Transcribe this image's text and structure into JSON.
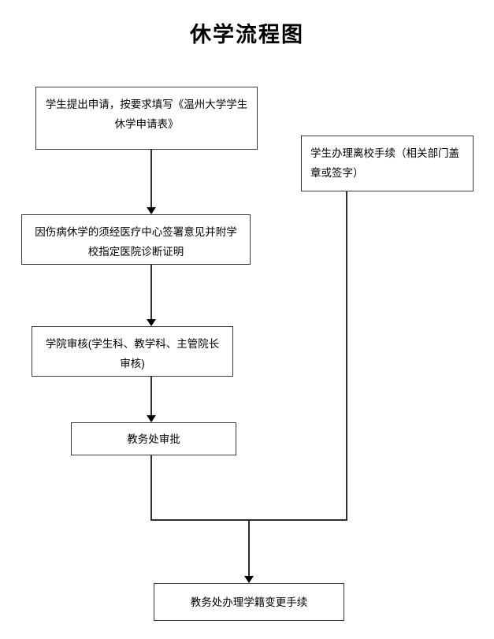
{
  "page": {
    "title": "休学流程图",
    "background_color": "#ffffff",
    "line_color": "#2f2f2f",
    "box_border_color": "#3a3a3a",
    "text_color": "#000000"
  },
  "flowchart": {
    "nodes": [
      {
        "id": "apply",
        "label": "学生提出申请，按要求填写《温州大学学生休学申请表》",
        "align": "center"
      },
      {
        "id": "leave-procedures",
        "label": "学生办理离校手续（相关部门盖章或签字）",
        "align": "left"
      },
      {
        "id": "medical-opinion",
        "label": "因伤病休学的须经医疗中心签署意见并附学校指定医院诊断证明",
        "align": "center"
      },
      {
        "id": "college-review",
        "label": "学院审核(学生科、教学科、主管院长审核)",
        "align": "center"
      },
      {
        "id": "academic-affairs-approval",
        "label": "教务处审批",
        "align": "center"
      },
      {
        "id": "status-change",
        "label": "教务处办理学籍变更手续",
        "align": "center"
      }
    ],
    "connectors": [
      {
        "id": "apply-to-medical",
        "type": "arrow-down"
      },
      {
        "id": "medical-to-college",
        "type": "arrow-down"
      },
      {
        "id": "college-to-approval",
        "type": "arrow-down"
      },
      {
        "id": "approval-to-merge",
        "type": "line-down"
      },
      {
        "id": "leave-to-merge",
        "type": "line-down"
      },
      {
        "id": "merge-bus",
        "type": "line-horizontal"
      },
      {
        "id": "merge-to-status-change",
        "type": "arrow-down"
      }
    ]
  }
}
